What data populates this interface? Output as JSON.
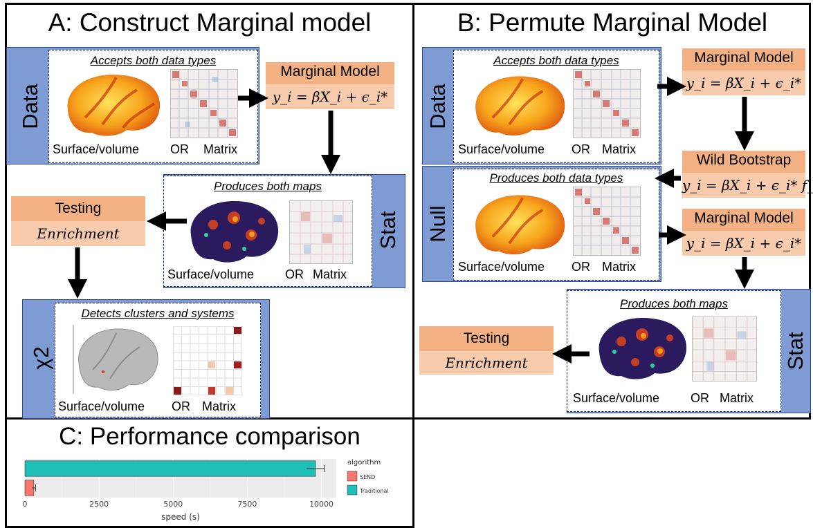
{
  "panel_a": {
    "title": "A: Construct Marginal model",
    "data_label": "Data",
    "accepts_caption": "Accepts both data types",
    "surface_label": "Surface/volume",
    "or_label": "OR",
    "matrix_label": "Matrix",
    "marginal_title": "Marginal Model",
    "marginal_eq": "y_i = βX_i + ϵ_i*",
    "stat_label": "Stat",
    "produces_caption": "Produces both maps",
    "stat_surface_label": "Surface/volume",
    "stat_or_label": "OR",
    "stat_matrix_label": "Matrix",
    "testing_title": "Testing",
    "testing_sub": "Enrichment",
    "chi_label": "χ2",
    "detects_caption": "Detects clusters and systems",
    "chi_surface_label": "Surface/volume",
    "chi_or_label": "OR",
    "chi_matrix_label": "Matrix"
  },
  "panel_b": {
    "title": "B: Permute Marginal Model",
    "data_label": "Data",
    "accepts_caption": "Accepts both data types",
    "surface_label": "Surface/volume",
    "or_label": "OR",
    "matrix_label": "Matrix",
    "marginal_title": "Marginal Model",
    "marginal_eq": "y_i = βX_i + ϵ_i*",
    "bootstrap_title": "Wild Bootstrap",
    "bootstrap_eq": "y_i = βX_i + ϵ_i* f_i",
    "null_label": "Null",
    "null_caption": "Produces both data types",
    "null_surface_label": "Surface/volume",
    "null_or_label": "OR",
    "null_matrix_label": "Matrix",
    "marginal2_title": "Marginal Model",
    "marginal2_eq": "y_i = βX_i + ϵ_i*",
    "stat_label": "Stat",
    "produces_caption": "Produces both maps",
    "stat_surface_label": "Surface/volume",
    "stat_or_label": "OR",
    "stat_matrix_label": "Matrix",
    "testing_title": "Testing",
    "testing_sub": "Enrichment"
  },
  "panel_c": {
    "title": "C: Performance comparison"
  },
  "chart_data": {
    "type": "bar",
    "orientation": "horizontal",
    "categories": [
      "Traditional",
      "SEND"
    ],
    "values": [
      9800,
      300
    ],
    "errors": [
      300,
      60
    ],
    "colors": [
      "#1fbfb8",
      "#f8766d"
    ],
    "xlabel": "speed (s)",
    "xlim": [
      0,
      10500
    ],
    "xticks": [
      0,
      2500,
      5000,
      7500,
      10000
    ],
    "legend_title": "algorithm",
    "legend": [
      "SEND",
      "Traditional"
    ],
    "legend_position": "right"
  }
}
